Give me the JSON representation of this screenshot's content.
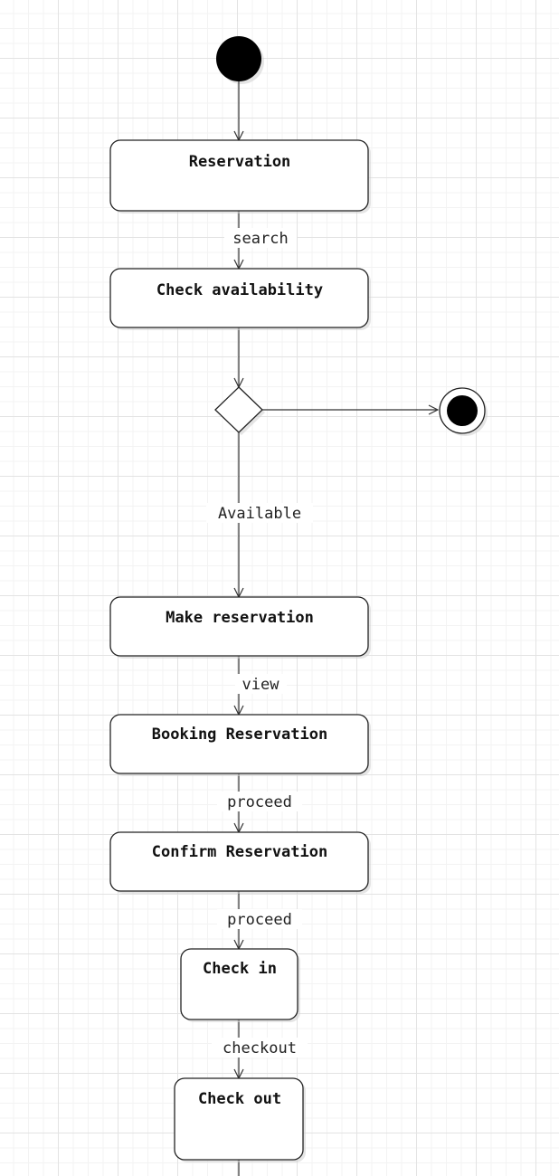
{
  "diagram": {
    "nodes": {
      "reservation": "Reservation",
      "check_availability": "Check availability",
      "make_reservation": "Make reservation",
      "booking_reservation": "Booking Reservation",
      "confirm_reservation": "Confirm Reservation",
      "check_in": "Check in",
      "check_out": "Check out"
    },
    "edges": {
      "search": "search",
      "available": "Available",
      "view": "view",
      "proceed_1": "proceed",
      "proceed_2": "proceed",
      "checkout": "checkout"
    },
    "colors": {
      "line": "#333333",
      "fill": "#ffffff",
      "grid": "#e3e3e3",
      "node_dot": "#000000"
    }
  }
}
